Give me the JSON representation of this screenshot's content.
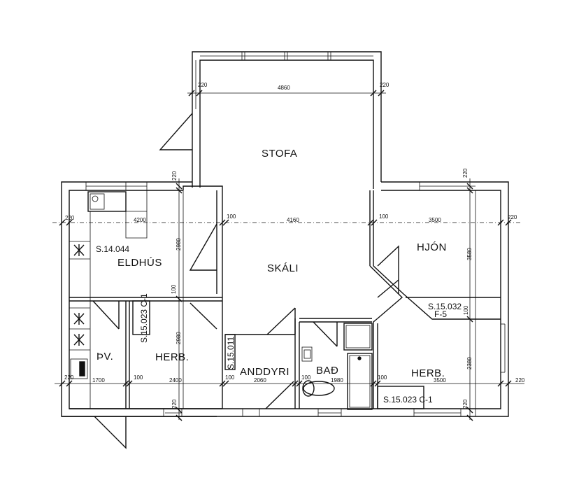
{
  "rooms": {
    "stofa": "STOFA",
    "skali": "SKÁLI",
    "eldhus": "ELDHÚS",
    "hjon": "HJÓN",
    "thv": "ÞV.",
    "herb_left": "HERB.",
    "anddyri": "ANDDYRI",
    "bad": "BAÐ",
    "herb_right": "HERB."
  },
  "codes": {
    "eldhus": "S.14.044",
    "herb_left": "S.15.023 C-1",
    "anddyri": "S.15.011",
    "hjon_closet": "S.15.032",
    "hjon_closet_sub": "F-5",
    "herb_right": "S.15.023 C-1"
  },
  "dimensions": {
    "top_wall_left": "220",
    "top_span": "4860",
    "top_wall_right": "220",
    "kitchen_top_wall": "220",
    "left_wall": "220",
    "kitchen_width": "4200",
    "skali_wall_left": "100",
    "skali_width": "4160",
    "skali_wall_right": "100",
    "hjon_width": "3500",
    "right_wall": "220",
    "hjon_top_wall": "220",
    "kitchen_depth": "2980",
    "kitchen_partition": "100",
    "herb_left_depth": "2980",
    "hjon_depth": "3580",
    "hjon_partition": "100",
    "herb_right_depth": "2380",
    "bottom_left_wall": "220",
    "thv_width": "1700",
    "thv_partition": "100",
    "herb_left_width": "2400",
    "anddyri_partition": "100",
    "anddyri_width": "2060",
    "bad_partition": "100",
    "bad_width": "1980",
    "herb_right_partition": "100",
    "herb_right_width": "3500",
    "bottom_right_wall": "220",
    "bottom_wall_left": "220",
    "bottom_wall_right": "220"
  }
}
